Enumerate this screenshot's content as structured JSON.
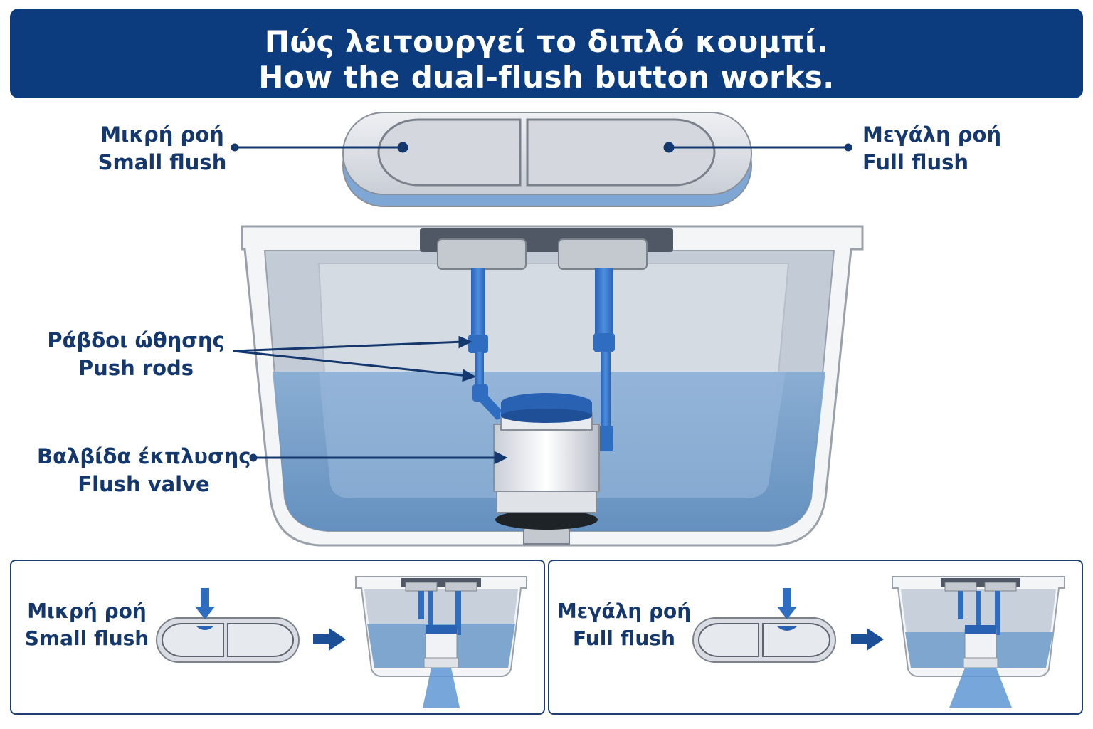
{
  "header": {
    "title_el": "Πώς λειτουργεί το διπλό κουμπί.",
    "title_en": "How the dual-flush button works."
  },
  "labels": {
    "small_flush": {
      "el": "Μικρή ροή",
      "en": "Small flush"
    },
    "full_flush": {
      "el": "Μεγάλη ροή",
      "en": "Full flush"
    },
    "push_rods": {
      "el": "Ράβδοι ώθησης",
      "en": "Push rods"
    },
    "flush_valve": {
      "el": "Βαλβίδα έκπλυσης",
      "en": "Flush valve"
    }
  },
  "panels": [
    {
      "id": "small",
      "label_el": "Μικρή ροή",
      "label_en": "Small flush",
      "water_level": "high"
    },
    {
      "id": "full",
      "label_el": "Μεγάλη ροή",
      "label_en": "Full flush",
      "water_level": "low"
    }
  ],
  "colors": {
    "navy": "#0d3c7e",
    "label_text": "#14386e",
    "rod_blue": "#2f6dc0",
    "water": "#7ea6cf",
    "tank_wall": "#f4f5f7"
  },
  "icons": [
    "down-arrow-icon",
    "right-arrow-icon"
  ]
}
